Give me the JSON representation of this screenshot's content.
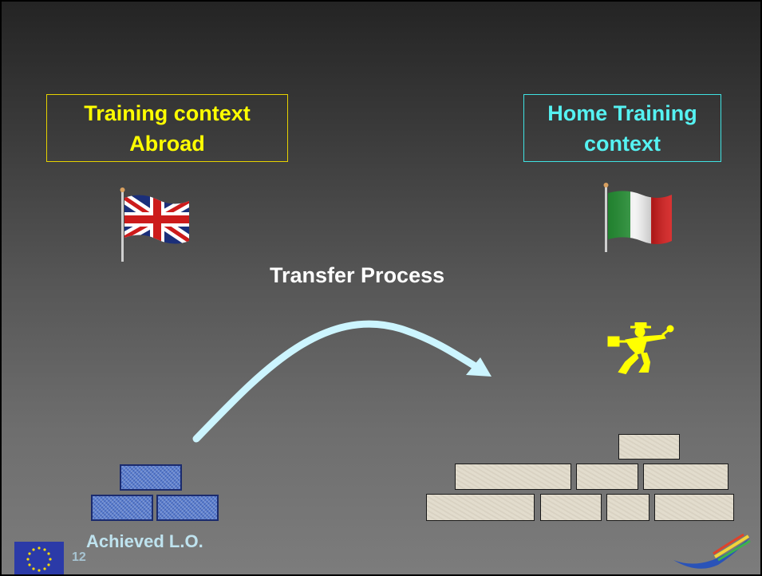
{
  "slide": {
    "left_box": {
      "line1": "Training context",
      "line2": "Abroad"
    },
    "right_box": {
      "line1": "Home Training",
      "line2": "context"
    },
    "arrow_label": "Transfer Process",
    "bottom_label": "Achieved L.O.",
    "page_number": "12"
  },
  "icons": {
    "left_flag": "uk-flag-icon",
    "right_flag": "italy-flag-icon",
    "person": "walking-person-with-briefcase-icon",
    "arrow": "curved-arrow-icon",
    "eu_logo": "eu-stars-logo",
    "program_logo": "program-swoosh-logo"
  },
  "colors": {
    "left_title": "#ffff00",
    "right_title": "#55f2f2",
    "arrow": "#ccf5ff",
    "person": "#ffff00",
    "blue_brick": "#5b7fd1",
    "beige_brick": "#e2dccd"
  }
}
